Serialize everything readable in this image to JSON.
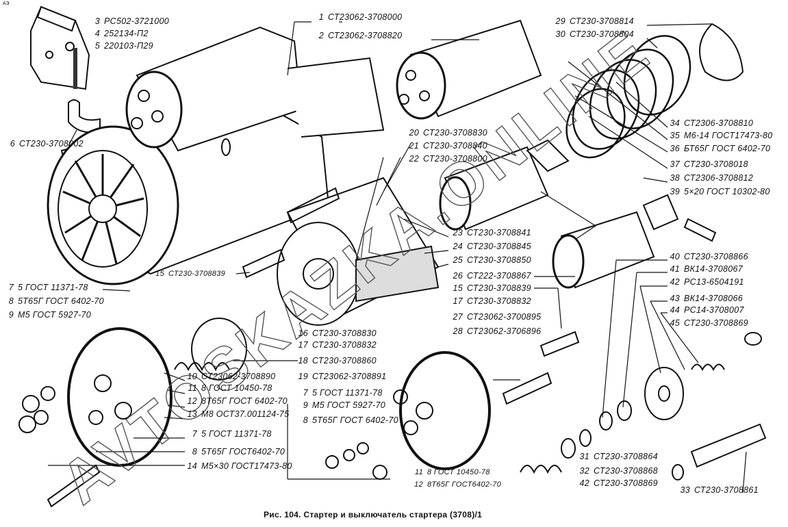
{
  "corner_mark": "АЭ",
  "caption": "Рис. 104. Стартер и выключатель стартера (3708)/1",
  "watermark": "AVTOSKAZKA.ONLINE",
  "labels": [
    {
      "num": "3",
      "code": "РС502-3721000"
    },
    {
      "num": "4",
      "code": "252134-П2"
    },
    {
      "num": "5",
      "code": "220103-П29"
    },
    {
      "num": "6",
      "code": "СТ230-3708002"
    },
    {
      "num": "1",
      "code": "СТ23062-3708000"
    },
    {
      "num": "2",
      "code": "СТ23062-3708820"
    },
    {
      "num": "20",
      "code": "СТ230-3708830"
    },
    {
      "num": "21",
      "code": "СТ230-3708840"
    },
    {
      "num": "22",
      "code": "СТ230-3708800"
    },
    {
      "num": "29",
      "code": "СТ230-3708814"
    },
    {
      "num": "30",
      "code": "СТ230-3708804"
    },
    {
      "num": "34",
      "code": "СТ2306-3708810"
    },
    {
      "num": "35",
      "code": "М6-14 ГОСТ17473-80"
    },
    {
      "num": "36",
      "code": "БТ65Г ГОСТ 6402-70"
    },
    {
      "num": "37",
      "code": "СТ230-3708018"
    },
    {
      "num": "38",
      "code": "СТ2306-3708812"
    },
    {
      "num": "39",
      "code": "5×20 ГОСТ 10302-80"
    },
    {
      "num": "23",
      "code": "СТ230-3708841"
    },
    {
      "num": "24",
      "code": "СТ230-3708845"
    },
    {
      "num": "25",
      "code": "СТ230-3708850"
    },
    {
      "num": "26",
      "code": "СТ222-3708867"
    },
    {
      "num": "15",
      "code": "СТ230-3708839"
    },
    {
      "num": "17",
      "code": "СТ230-3708832"
    },
    {
      "num": "27",
      "code": "СТ23062-3700895"
    },
    {
      "num": "28",
      "code": "СТ23062-3706896"
    },
    {
      "num": "40",
      "code": "СТ230-3708866"
    },
    {
      "num": "41",
      "code": "ВК14-3708067"
    },
    {
      "num": "42",
      "code": "РС13-6504191"
    },
    {
      "num": "43",
      "code": "ВК14-3708066"
    },
    {
      "num": "44",
      "code": "РС14-3708007"
    },
    {
      "num": "45",
      "code": "СТ230-3708869"
    },
    {
      "num": "15",
      "code": "СТ230-3708839"
    },
    {
      "num": "7",
      "code": "5 ГОСТ 11371-78"
    },
    {
      "num": "8",
      "code": "5Т65Г ГОСТ 6402-70"
    },
    {
      "num": "9",
      "code": "М5 ГОСТ 5927-70"
    },
    {
      "num": "16",
      "code": "СТ230-3708830"
    },
    {
      "num": "17",
      "code": "СТ230-3708832"
    },
    {
      "num": "18",
      "code": "СТ230-3708860"
    },
    {
      "num": "19",
      "code": "СТ23062-3708891"
    },
    {
      "num": "7",
      "code": "5 ГОСТ 11371-78"
    },
    {
      "num": "9",
      "code": "М5 ГОСТ 5927-70"
    },
    {
      "num": "8",
      "code": "5Т65Г ГОСТ 6402-70"
    },
    {
      "num": "10",
      "code": "СТ23062-3708890"
    },
    {
      "num": "11",
      "code": "8 ГОСТ 10450-78"
    },
    {
      "num": "12",
      "code": "8Т65Г ГОСТ 6402-70"
    },
    {
      "num": "13",
      "code": "М8 ОСТ37.001124-75"
    },
    {
      "num": "7",
      "code": "5 ГОСТ 11371-78"
    },
    {
      "num": "8",
      "code": "5Т65Г ГОСТ6402-70"
    },
    {
      "num": "14",
      "code": "М5×30 ГОСТ17473-80"
    },
    {
      "num": "11",
      "code": "8 ГОСТ 10450-78"
    },
    {
      "num": "12",
      "code": "8Т65Г ГОСТ6402-70"
    },
    {
      "num": "31",
      "code": "СТ230-3708864"
    },
    {
      "num": "32",
      "code": "СТ230-3708868"
    },
    {
      "num": "42",
      "code": "СТ230-3708869"
    },
    {
      "num": "33",
      "code": "СТ230-3708861"
    }
  ]
}
